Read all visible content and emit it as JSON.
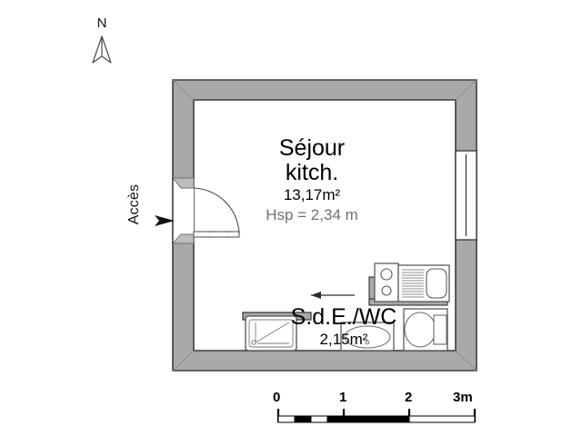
{
  "plan": {
    "orientation": {
      "label": "N",
      "icon": "north-arrow-icon"
    },
    "entrance": {
      "label": "Accès",
      "icon": "access-arrow-icon"
    },
    "rooms": [
      {
        "id": "sejour-kitch",
        "name_line1": "Séjour",
        "name_line2": "kitch.",
        "area": "13,17m²",
        "height_label": "Hsp = 2,34 m"
      },
      {
        "id": "sde-wc",
        "name_line1": "S.d.E./WC",
        "name_line2": "",
        "area": "2,15m²",
        "height_label": ""
      }
    ],
    "fixtures": [
      {
        "id": "shower",
        "icon": "shower-tray-icon"
      },
      {
        "id": "washbasin",
        "icon": "washbasin-icon"
      },
      {
        "id": "toilet",
        "icon": "toilet-icon"
      },
      {
        "id": "cooktop",
        "icon": "cooktop-icon"
      },
      {
        "id": "kitchen-sink",
        "icon": "kitchen-sink-icon"
      },
      {
        "id": "entry-door",
        "icon": "door-swing-icon"
      },
      {
        "id": "window-east",
        "icon": "window-icon"
      },
      {
        "id": "bathroom-door-arrow",
        "icon": "left-arrow-icon"
      }
    ],
    "colors": {
      "wall_fill": "#a9a9a9",
      "wall_stroke": "#3c3c3c",
      "floor_fill": "#ffffff",
      "fixture_stroke": "#555555",
      "text": "#000000",
      "text_muted": "#6f6f6f"
    },
    "scale": {
      "unit_ticks": [
        "0",
        "1",
        "2",
        "3m"
      ],
      "tick_positions_pct": [
        0,
        33.3,
        66.6,
        100
      ]
    }
  }
}
